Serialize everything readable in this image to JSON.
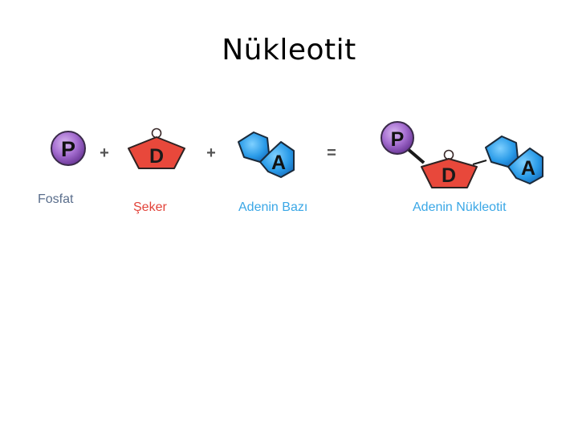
{
  "title": "Nükleotit",
  "components": {
    "phosphate": {
      "symbol": "P",
      "label": "Fosfat",
      "color": "#8e44ad",
      "label_color": "#5a6e8c"
    },
    "sugar": {
      "symbol": "D",
      "label": "Şeker",
      "color": "#e8483b",
      "label_color": "#e2433a"
    },
    "base": {
      "symbol": "A",
      "label": "Adenin Bazı",
      "color": "#1e90e0",
      "label_color": "#3aa7e6"
    },
    "nucleotide": {
      "label": "Adenin Nükleotit",
      "label_color": "#3aa7e6"
    }
  },
  "operators": {
    "plus": "+",
    "equals": "="
  }
}
